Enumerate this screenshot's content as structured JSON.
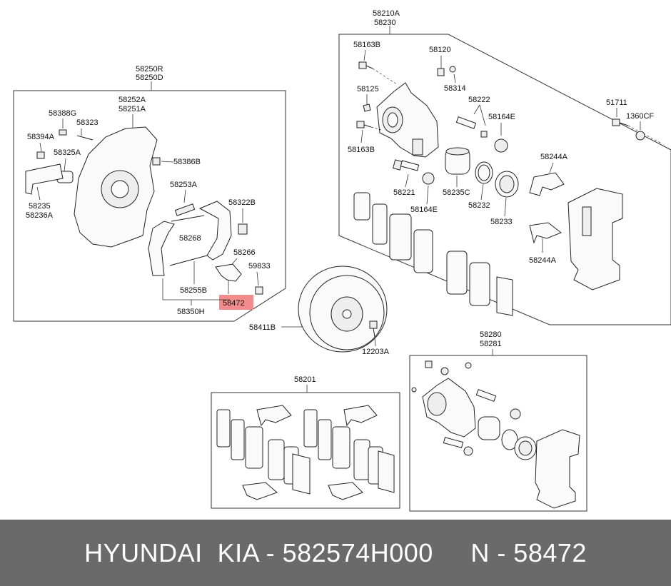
{
  "labels": {
    "l58210a": "58210A",
    "l58230": "58230",
    "l58163b_1": "58163B",
    "l58120": "58120",
    "l58314": "58314",
    "l58125": "58125",
    "l58222": "58222",
    "l58164e_1": "58164E",
    "l51711": "51711",
    "l1360cf": "1360CF",
    "l58163b_2": "58163B",
    "l58244a_1": "58244A",
    "l58221": "58221",
    "l58164e_2": "58164E",
    "l58235c": "58235C",
    "l58232": "58232",
    "l58233": "58233",
    "l58244a_2": "58244A",
    "l58250r": "58250R",
    "l58250d": "58250D",
    "l58252a": "58252A",
    "l58251a": "58251A",
    "l58388g": "58388G",
    "l58323": "58323",
    "l58394a": "58394A",
    "l58325a": "58325A",
    "l58386b": "58386B",
    "l58253a": "58253A",
    "l58322b": "58322B",
    "l58235": "58235",
    "l58236a": "58236A",
    "l58268": "58268",
    "l58266": "58266",
    "l59833": "59833",
    "l58255b": "58255B",
    "l58472": "58472",
    "l58350h": "58350H",
    "l58411b": "58411B",
    "l12203a": "12203A",
    "l58280": "58280",
    "l58281": "58281",
    "l58201": "58201"
  },
  "footer": {
    "text": "HYUNDAI  KIA - 582574H000     N - 58472"
  },
  "colors": {
    "highlight": "#f28b8b",
    "footer_bg": "#6a6a6a",
    "footer_text": "#ffffff"
  }
}
